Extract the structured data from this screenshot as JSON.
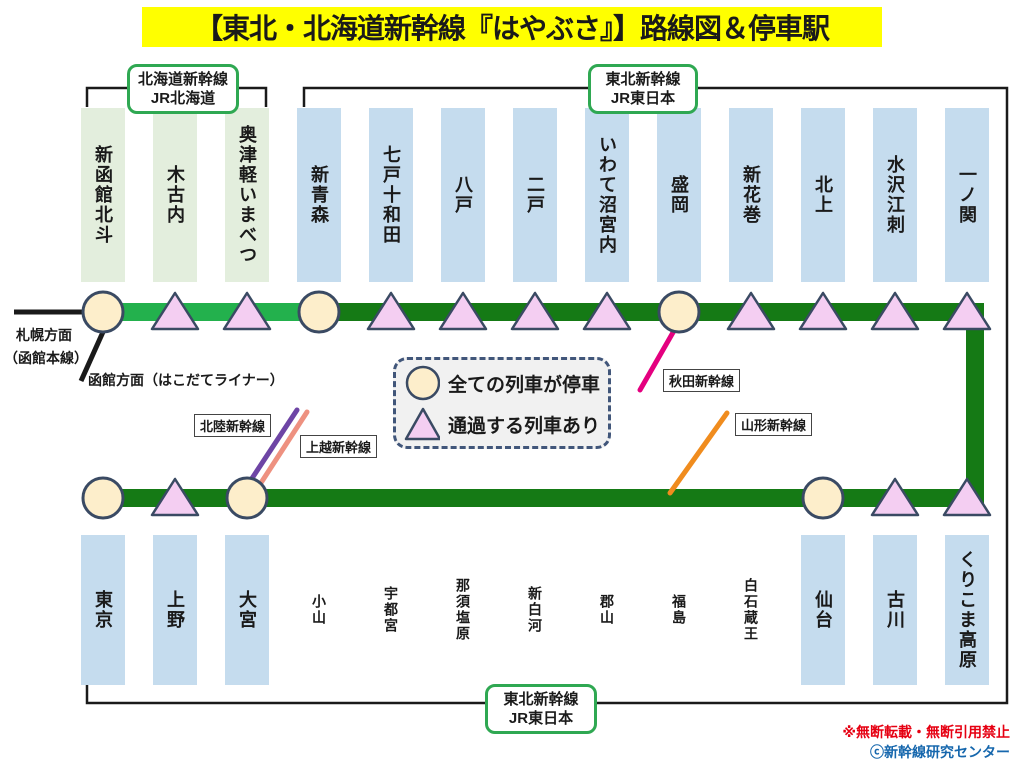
{
  "title": "【東北・北海道新幹線『はやぶさ』】路線図＆停車駅",
  "line_labels": {
    "hokkaido_top": {
      "line1": "北海道新幹線",
      "line2": "JR北海道"
    },
    "tohoku_top": {
      "line1": "東北新幹線",
      "line2": "JR東日本"
    },
    "tohoku_bottom": {
      "line1": "東北新幹線",
      "line2": "JR東日本"
    }
  },
  "legend": {
    "stop_all": "全ての列車が停車",
    "pass_some": "通過する列車あり"
  },
  "directions": {
    "sapporo": "札幌方面",
    "hakodate_line": "（函館本線）",
    "hakodate": "函館方面（はこだてライナー）"
  },
  "top_stations": [
    {
      "name": "新函館北斗",
      "bar": "green",
      "marker": "circle"
    },
    {
      "name": "木古内",
      "bar": "green",
      "marker": "triangle"
    },
    {
      "name": "奥津軽いまべつ",
      "bar": "green",
      "marker": "triangle"
    },
    {
      "name": "新青森",
      "bar": "blue",
      "marker": "circle"
    },
    {
      "name": "七戸十和田",
      "bar": "blue",
      "marker": "triangle"
    },
    {
      "name": "八戸",
      "bar": "blue",
      "marker": "triangle"
    },
    {
      "name": "二戸",
      "bar": "blue",
      "marker": "triangle"
    },
    {
      "name": "いわて沼宮内",
      "bar": "blue",
      "marker": "triangle"
    },
    {
      "name": "盛岡",
      "bar": "blue",
      "marker": "circle"
    },
    {
      "name": "新花巻",
      "bar": "blue",
      "marker": "triangle"
    },
    {
      "name": "北上",
      "bar": "blue",
      "marker": "triangle"
    },
    {
      "name": "水沢江刺",
      "bar": "blue",
      "marker": "triangle"
    },
    {
      "name": "一ノ関",
      "bar": "blue",
      "marker": "triangle"
    }
  ],
  "bottom_stations": [
    {
      "name": "東京",
      "bar": "blue",
      "marker": "circle"
    },
    {
      "name": "上野",
      "bar": "blue",
      "marker": "triangle"
    },
    {
      "name": "大宮",
      "bar": "blue",
      "marker": "circle"
    },
    {
      "name": "小山",
      "bar": null,
      "marker": null
    },
    {
      "name": "宇都宮",
      "bar": null,
      "marker": null
    },
    {
      "name": "那須塩原",
      "bar": null,
      "marker": null
    },
    {
      "name": "新白河",
      "bar": null,
      "marker": null
    },
    {
      "name": "郡山",
      "bar": null,
      "marker": null
    },
    {
      "name": "福島",
      "bar": null,
      "marker": null
    },
    {
      "name": "白石蔵王",
      "bar": null,
      "marker": null
    },
    {
      "name": "仙台",
      "bar": "blue",
      "marker": "circle"
    },
    {
      "name": "古川",
      "bar": "blue",
      "marker": "triangle"
    },
    {
      "name": "くりこま高原",
      "bar": "blue",
      "marker": "triangle"
    }
  ],
  "branches": [
    {
      "name": "秋田新幹線",
      "color": "#e4007f"
    },
    {
      "name": "山形新幹線",
      "color": "#f08c1e"
    },
    {
      "name": "北陸新幹線",
      "color": "#6e45a5"
    },
    {
      "name": "上越新幹線",
      "color": "#ee9180"
    }
  ],
  "footer": {
    "notice": "※無断転載・無断引用禁止",
    "credit": "ⓒ新幹線研究センター"
  },
  "colors": {
    "title_bg": "#ffff00",
    "line_bright_green": "#23b14d",
    "line_dark_green": "#157a15",
    "bar_green": "#e3eedd",
    "bar_blue": "#c5dcee",
    "circle_fill": "#fdeecb",
    "triangle_fill": "#f4cef2",
    "marker_stroke": "#3a4a63",
    "black_line": "#1a1a1a",
    "notice_red": "#e60012",
    "credit_blue": "#1667ad"
  }
}
